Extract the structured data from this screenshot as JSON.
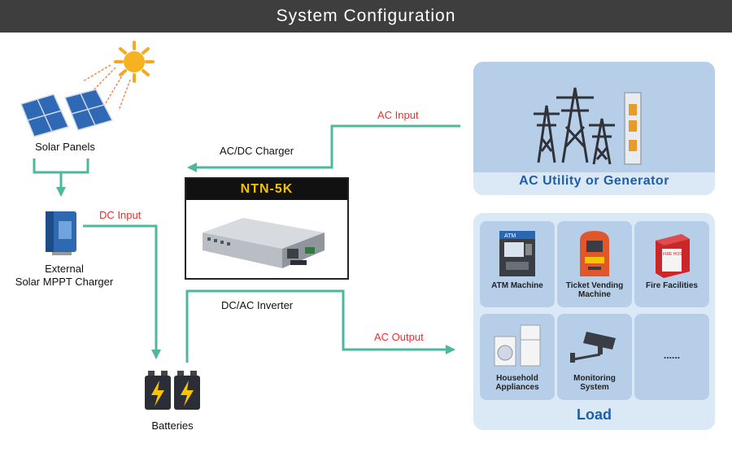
{
  "title": "System Configuration",
  "nodes": {
    "solar_panels": "Solar Panels",
    "mppt_charger_line1": "External",
    "mppt_charger_line2": "Solar MPPT Charger",
    "batteries": "Batteries",
    "product": "NTN-5K",
    "utility": "AC Utility or Generator",
    "load": "Load"
  },
  "edges": {
    "dc_input": "DC Input",
    "ac_input": "AC Input",
    "acdc_charger": "AC/DC Charger",
    "dcac_inverter": "DC/AC Inverter",
    "ac_output": "AC Output"
  },
  "load_items": [
    {
      "label_line1": "ATM Machine",
      "label_line2": "",
      "icon": "atm-icon"
    },
    {
      "label_line1": "Ticket Vending",
      "label_line2": "Machine",
      "icon": "ticket-machine-icon"
    },
    {
      "label_line1": "Fire Facilities",
      "label_line2": "",
      "icon": "fire-box-icon"
    },
    {
      "label_line1": "Household",
      "label_line2": "Appliances",
      "icon": "appliances-icon"
    },
    {
      "label_line1": "Monitoring",
      "label_line2": "System",
      "icon": "camera-icon"
    },
    {
      "label_line1": "......",
      "label_line2": "",
      "icon": ""
    }
  ],
  "fire_box_sign": "FIRE HOSE",
  "atm_sign": "ATM",
  "colors": {
    "header": "#3e3e3e",
    "arrow": "#4fb79c",
    "edge_label_red": "#e8312f",
    "panel_light": "#dbe8f5",
    "panel_mid": "#b7cee9",
    "accent_text": "#1d5ea8",
    "product_title": "#f2c200"
  }
}
